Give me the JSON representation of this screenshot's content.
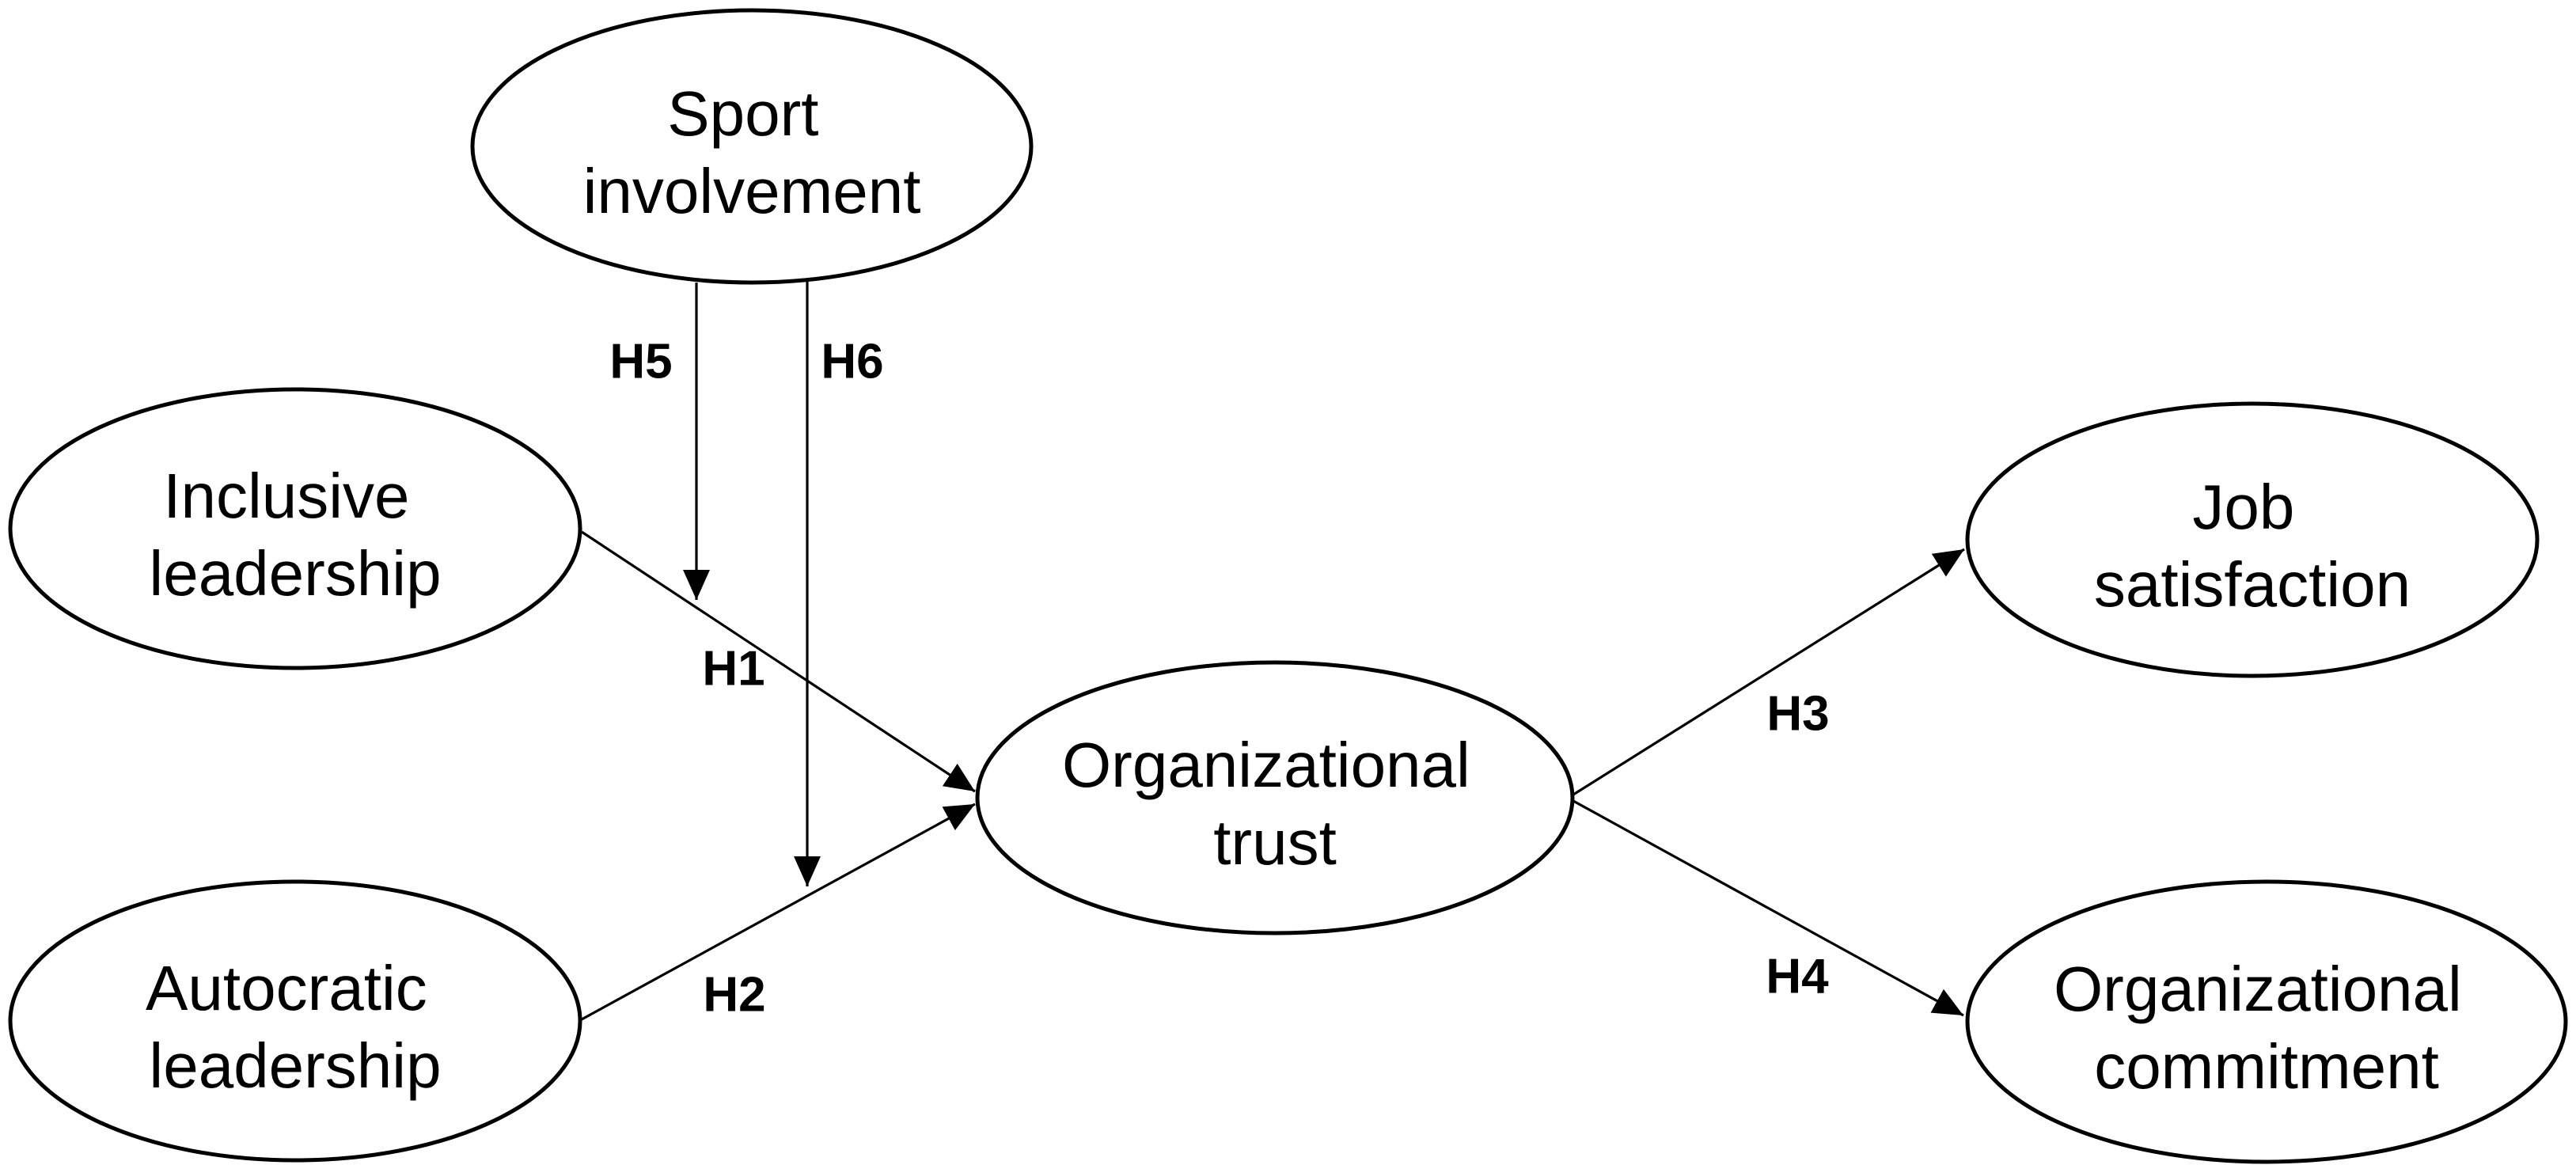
{
  "diagram": {
    "title": "Research model path diagram",
    "background_color": "#ffffff",
    "line_color": "#000000",
    "text_color": "#000000",
    "nodes": {
      "sport_involvement": {
        "label": "Sport involvement",
        "lines": [
          "Sport",
          "involvement"
        ]
      },
      "inclusive_leadership": {
        "label": "Inclusive leadership",
        "lines": [
          "Inclusive",
          "leadership"
        ]
      },
      "autocratic_leadership": {
        "label": "Autocratic leadership",
        "lines": [
          "Autocratic",
          "leadership"
        ]
      },
      "organizational_trust": {
        "label": "Organizational trust",
        "lines": [
          "Organizational",
          "trust"
        ]
      },
      "job_satisfaction": {
        "label": "Job satisfaction",
        "lines": [
          "Job",
          "satisfaction"
        ]
      },
      "organizational_commitment": {
        "label": "Organizational commitment",
        "lines": [
          "Organizational",
          "commitment"
        ]
      }
    },
    "edges": {
      "h1": {
        "label": "H1",
        "from": "Inclusive leadership",
        "to": "Organizational trust"
      },
      "h2": {
        "label": "H2",
        "from": "Autocratic leadership",
        "to": "Organizational trust"
      },
      "h3": {
        "label": "H3",
        "from": "Organizational trust",
        "to": "Job satisfaction"
      },
      "h4": {
        "label": "H4",
        "from": "Organizational trust",
        "to": "Organizational commitment"
      },
      "h5": {
        "label": "H5",
        "from": "Sport involvement",
        "to": "H1 path (moderation)"
      },
      "h6": {
        "label": "H6",
        "from": "Sport involvement",
        "to": "H2 path (moderation)"
      }
    }
  }
}
